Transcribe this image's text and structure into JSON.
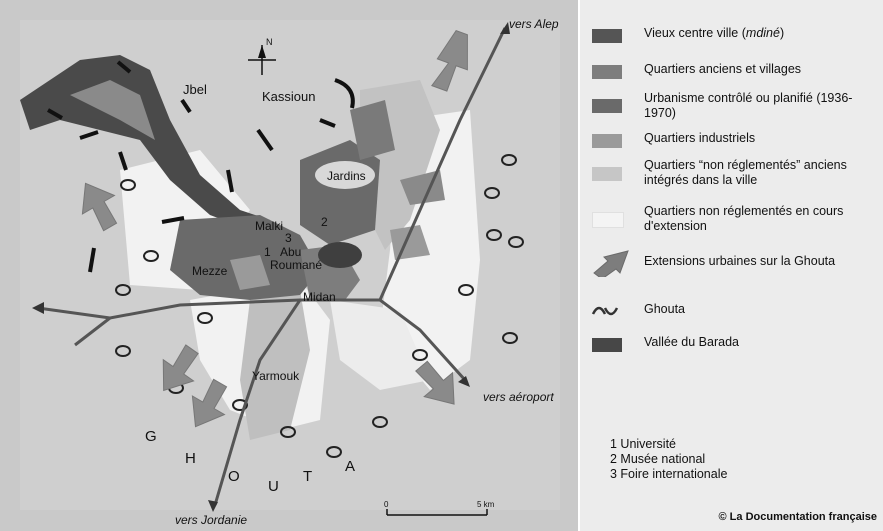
{
  "map": {
    "labels": {
      "north": "N",
      "jbel": "Jbel",
      "kassioun": "Kassioun",
      "jardins": "Jardins",
      "malki": "Malki",
      "abu": "Abu",
      "roumane": "Roumané",
      "mezze": "Mezze",
      "midan": "Midan",
      "yarmouk": "Yarmouk",
      "num1": "1",
      "num2": "2",
      "num3": "3",
      "vers_alep": "vers Alep",
      "vers_aeroport": "vers aéroport",
      "vers_jordanie": "vers Jordanie",
      "ghouta_letters": [
        "G",
        "H",
        "O",
        "U",
        "T",
        "A"
      ]
    },
    "scale": {
      "start": "0",
      "end": "5 km"
    }
  },
  "legend": {
    "items": [
      {
        "text": "Vieux centre ville (",
        "italic": "mdiné",
        "text_after": ")",
        "color": "#555555"
      },
      {
        "text": "Quartiers anciens et villages",
        "color": "#7d7d7d"
      },
      {
        "text": "Urbanisme contrôlé ou planifié (1936-1970)",
        "color": "#6a6a6a"
      },
      {
        "text": "Quartiers industriels",
        "color": "#9a9a9a"
      },
      {
        "text": "Quartiers “non réglementés” anciens intégrés dans la ville",
        "color": "#c6c6c6"
      },
      {
        "text": "Quartiers non réglementés en cours d'extension",
        "color": "#f4f4f4"
      },
      {
        "text": "Extensions urbaines sur la Ghouta"
      },
      {
        "text": "Ghouta"
      },
      {
        "text": "Vallée du Barada",
        "color": "#474747"
      }
    ],
    "notes": [
      "1  Université",
      "2  Musée national",
      "3  Foire internationale"
    ],
    "credit": "© La Documentation française"
  }
}
